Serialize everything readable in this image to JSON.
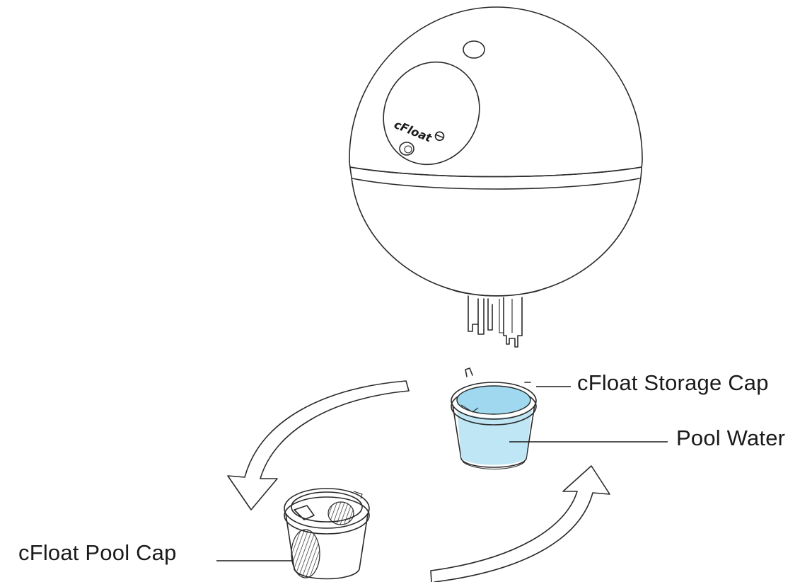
{
  "device": {
    "logo_text": "cFloat",
    "icon": "cfloat-logo-mark"
  },
  "labels": {
    "storage_cap": "cFloat Storage Cap",
    "pool_water": "Pool Water",
    "pool_cap": "cFloat Pool Cap"
  },
  "colors": {
    "water": "#9fd8ef",
    "water_light": "#bfe6f4",
    "outline": "#2a2a2a",
    "label": "#1a1a1a"
  },
  "icons": {
    "swap_arrow_left": "curved-arrow-down-left-icon",
    "swap_arrow_right": "curved-arrow-up-right-icon"
  }
}
